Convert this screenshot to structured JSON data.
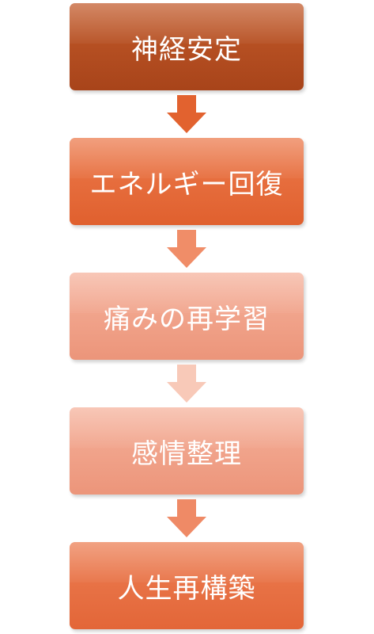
{
  "flow": {
    "steps": [
      {
        "label": "神経安定"
      },
      {
        "label": "エネルギー回復"
      },
      {
        "label": "痛みの再学習"
      },
      {
        "label": "感情整理"
      },
      {
        "label": "人生再構築"
      }
    ]
  },
  "colors": {
    "step1": "#b04c20",
    "step2": "#e66a3c",
    "step3": "#f0a287",
    "step4": "#f0a287",
    "step5": "#e86f42",
    "arrow1": "#e2622f",
    "arrow2": "#f08d68",
    "arrow3": "#f8c9b8",
    "arrow4": "#ef8a66"
  }
}
